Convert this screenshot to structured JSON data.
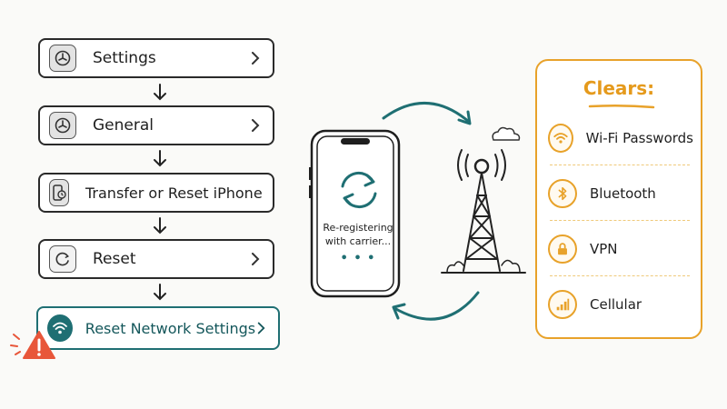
{
  "steps": [
    {
      "label": "Settings",
      "icon": "settings-gear-icon"
    },
    {
      "label": "General",
      "icon": "gear-icon"
    },
    {
      "label": "Transfer or Reset iPhone",
      "icon": "phone-reset-icon"
    },
    {
      "label": "Reset",
      "icon": "reset-circle-icon"
    },
    {
      "label": "Reset Network Settings",
      "icon": "wifi-icon"
    }
  ],
  "phone": {
    "status_line1": "Re-registering",
    "status_line2": "with carrier...",
    "dots": "• • •"
  },
  "clears": {
    "title": "Clears:",
    "items": [
      {
        "label": "Wi-Fi Passwords",
        "icon": "wifi-icon"
      },
      {
        "label": "Bluetooth",
        "icon": "bluetooth-icon"
      },
      {
        "label": "VPN",
        "icon": "lock-icon"
      },
      {
        "label": "Cellular",
        "icon": "signal-bars-icon"
      }
    ]
  },
  "colors": {
    "accent_teal": "#1f6f73",
    "accent_orange": "#e8a22a",
    "warning": "#e8563a"
  }
}
